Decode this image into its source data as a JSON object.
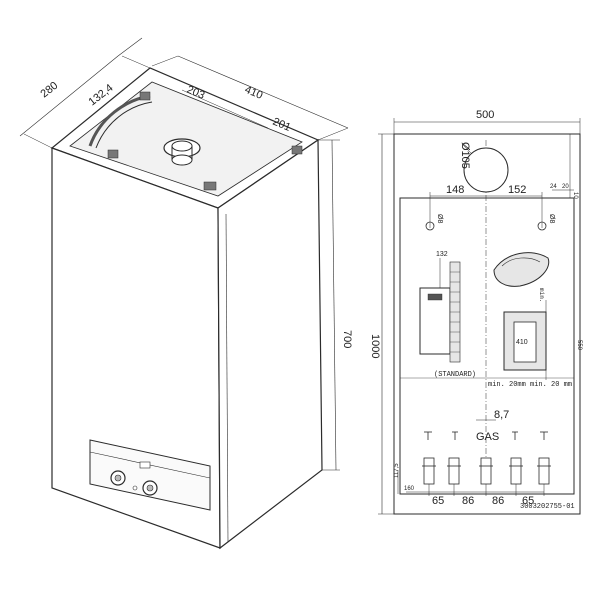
{
  "colors": {
    "line": "#2b2b2b",
    "fill": "#ffffff",
    "shade": "#d9d9d9",
    "hatch": "#8a8a8a"
  },
  "iso_view": {
    "dim_depth": "280",
    "dim_offset": "132,4",
    "dim_front_width": "410",
    "dim_half_left": "203",
    "dim_half_right": "201",
    "dim_height": "700"
  },
  "plan_view": {
    "dim_width": "500",
    "dim_height": "1000",
    "dim_flue_dia": "Ø105",
    "dim_left_148": "148",
    "dim_right_152": "152",
    "dim_hole_left": "Ø8",
    "dim_hole_right": "Ø8",
    "dim_top_small": "24",
    "dim_top_small_2": "20",
    "dim_side_small": "10",
    "dim_bracket_132": "132",
    "dim_bracket_410": "410",
    "label_standard": "(STANDARD)",
    "label_min_left": "min. 20mm",
    "label_min_right": "min. 20 mm",
    "label_min_side": "min.",
    "dim_side_right": "550",
    "dim_gas_offset": "8,7",
    "label_gas": "GAS",
    "dim_bottom_1": "65",
    "dim_bottom_2": "86",
    "dim_bottom_3": "86",
    "dim_bottom_4": "65",
    "dim_bottom_left": "117,5",
    "dim_bottom_left_2": "160",
    "part_number": "3003202755-01"
  }
}
